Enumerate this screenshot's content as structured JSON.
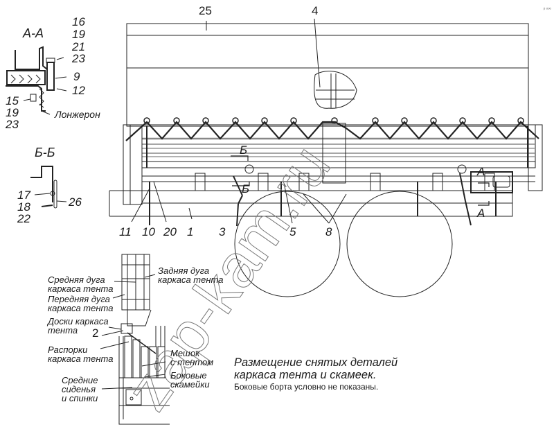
{
  "diagram": {
    "title_line1": "Размещение снятых деталей",
    "title_line2": "каркаса тента и скамеек.",
    "subtitle": "Боковые борта условно не показаны.",
    "corner_mark": "ᵖ ᵒᵒᵒ",
    "watermark": "zap-kam.ru",
    "section_a": {
      "title": "А-А",
      "callouts": [
        "16",
        "19",
        "21",
        "23",
        "9",
        "12",
        "15",
        "19",
        "23"
      ],
      "longeron_label": "Лонжерон"
    },
    "section_b": {
      "title": "Б-Б",
      "callouts": [
        "17",
        "18",
        "22",
        "26"
      ]
    },
    "main_view": {
      "callouts_top": [
        "25",
        "4"
      ],
      "callouts_bottom": [
        "11",
        "10",
        "20",
        "1",
        "3",
        "5",
        "8"
      ],
      "section_marks": [
        "Б",
        "Б",
        "А",
        "А"
      ]
    },
    "stowage_view": {
      "labels": [
        "Средняя дуга",
        "каркаса тента",
        "Передняя дуга",
        "каркаса тента",
        "Доски каркаса",
        "тента",
        "Распорки",
        "каркаса тента",
        "Средние",
        "сиденья",
        "и спинки",
        "Задняя дуга",
        "каркаса тента",
        "Мешок",
        "с тентом",
        "Боковые",
        "скамейки"
      ],
      "callout": "2"
    }
  }
}
